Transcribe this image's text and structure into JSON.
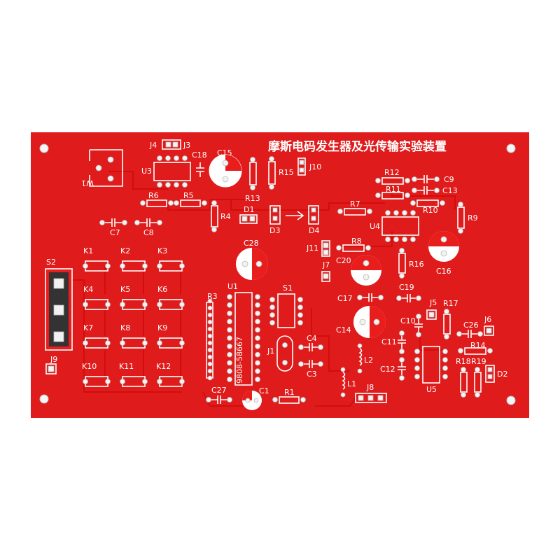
{
  "board": {
    "title": "摩斯电码发生器及光传输实验装置",
    "colors": {
      "board": "#ea1d1d",
      "silk": "#ffffff",
      "pad": "#f2f2f2"
    },
    "labels": {
      "W1": "W1",
      "U3": "U3",
      "J4": "J4",
      "J3": "J3",
      "C18": "C18",
      "C15": "C15",
      "R15": "R15",
      "J10": "J10",
      "R13": "R13",
      "R6": "R6",
      "R5": "R5",
      "R4": "R4",
      "D1": "D1",
      "D3": "D3",
      "D4": "D4",
      "R7": "R7",
      "C7": "C7",
      "C8": "C8",
      "R12": "R12",
      "R11": "R11",
      "C9": "C9",
      "C13": "C13",
      "R10": "R10",
      "R9": "R9",
      "U4": "U4",
      "C16": "C16",
      "R16": "R16",
      "R8": "R8",
      "J11": "J11",
      "J7": "J7",
      "C20": "C20",
      "C28": "C28",
      "S2": "S2",
      "K1": "K1",
      "K2": "K2",
      "K3": "K3",
      "K4": "K4",
      "K5": "K5",
      "K6": "K6",
      "K7": "K7",
      "K8": "K8",
      "K9": "K9",
      "K10": "K10",
      "K11": "K11",
      "K12": "K12",
      "J9": "J9",
      "R3": "R3",
      "U1": "U1",
      "S1": "S1",
      "C27": "C27",
      "C1": "C1",
      "R1": "R1",
      "J1": "J1",
      "C4": "C4",
      "C3": "C3",
      "C17": "C17",
      "C19": "C19",
      "C14": "C14",
      "L2": "L2",
      "L1": "L1",
      "J8": "J8",
      "J5": "J5",
      "R17": "R17",
      "C10": "C10",
      "C11": "C11",
      "C12": "C12",
      "C26": "C26",
      "J6": "J6",
      "R14": "R14",
      "R18": "R18",
      "R19": "R19",
      "D2": "D2",
      "U5": "U5",
      "chip_text": "9808-58667"
    }
  }
}
